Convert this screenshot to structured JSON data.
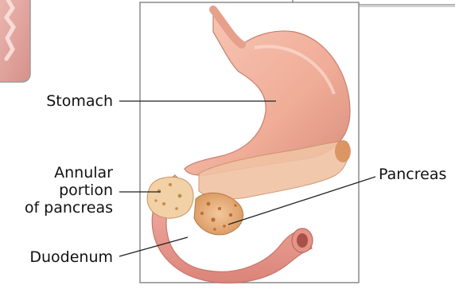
{
  "labels": {
    "stomach": "Stomach",
    "annular_line1": "Annular",
    "annular_line2": "portion",
    "annular_line3": "of pancreas",
    "duodenum": "Duodenum",
    "pancreas": "Pancreas"
  },
  "colors": {
    "stomach_fill": "#f2b7a2",
    "stomach_shadow": "#d88f7c",
    "pancreas_fill": "#efb98d",
    "pancreas_spots": "#c97b3a",
    "annular_fill": "#f0d2a6",
    "duodenum_fill": "#ee9f95",
    "thumbnail_fill": "#e3aaa2",
    "leader_line": "#222222",
    "panel_border": "#8a8a8a"
  }
}
